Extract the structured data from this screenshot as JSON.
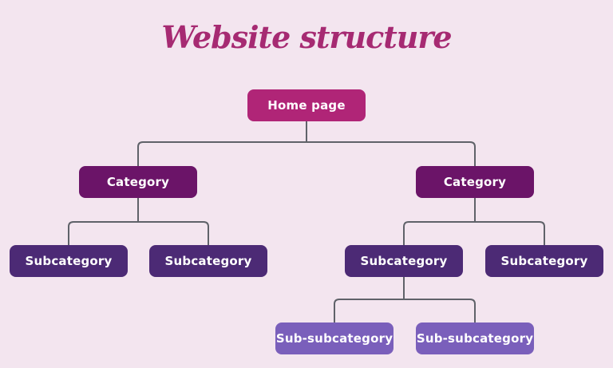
{
  "title": "Website structure",
  "colors": {
    "background": "#F3E5EF",
    "title_text": "#A62A72",
    "home_box": "#B02577",
    "category_box": "#6B1468",
    "subcategory_box": "#4C2A75",
    "subsubcategory_box": "#7A5FBB",
    "connector_line": "#5F6269",
    "box_text": "#FFFFFF"
  },
  "nodes": [
    {
      "id": "home",
      "label": "Home page",
      "level": "home"
    },
    {
      "id": "category-left",
      "label": "Category",
      "level": "category"
    },
    {
      "id": "category-right",
      "label": "Category",
      "level": "category"
    },
    {
      "id": "subcategory-1",
      "label": "Subcategory",
      "level": "subcategory"
    },
    {
      "id": "subcategory-2",
      "label": "Subcategory",
      "level": "subcategory"
    },
    {
      "id": "subcategory-3",
      "label": "Subcategory",
      "level": "subcategory"
    },
    {
      "id": "subcategory-4",
      "label": "Subcategory",
      "level": "subcategory"
    },
    {
      "id": "subsubcategory-1",
      "label": "Sub-subcategory",
      "level": "subsubcategory"
    },
    {
      "id": "subsubcategory-2",
      "label": "Sub-subcategory",
      "level": "subsubcategory"
    }
  ],
  "hierarchy": {
    "home": [
      "category-left",
      "category-right"
    ],
    "category-left": [
      "subcategory-1",
      "subcategory-2"
    ],
    "category-right": [
      "subcategory-3",
      "subcategory-4"
    ],
    "subcategory-3": [
      "subsubcategory-1",
      "subsubcategory-2"
    ]
  }
}
